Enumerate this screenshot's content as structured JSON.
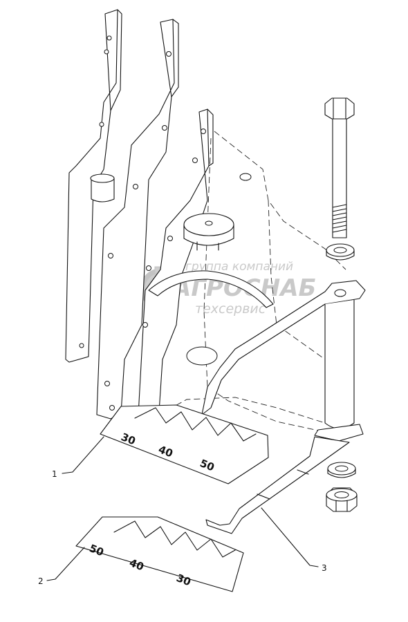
{
  "callouts": [
    {
      "number": "1"
    },
    {
      "number": "2"
    },
    {
      "number": "3"
    }
  ],
  "decal_1": {
    "scale": [
      "30",
      "40",
      "50"
    ]
  },
  "decal_2": {
    "scale": [
      "50",
      "40",
      "30"
    ]
  },
  "watermark": {
    "line1": "группа компаний",
    "brand": "АГРОСНАБ",
    "line3": "техсервис"
  }
}
